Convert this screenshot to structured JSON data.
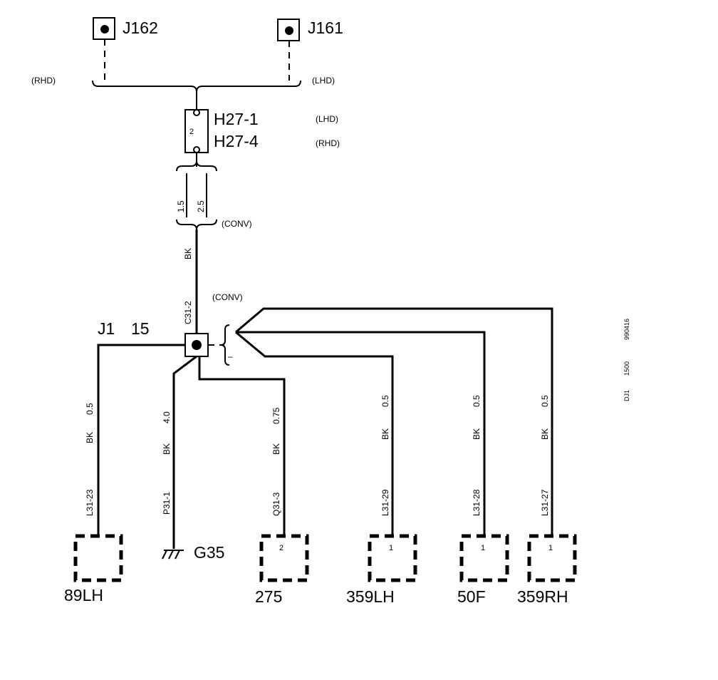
{
  "top_connectors": {
    "j162": "J162",
    "j161": "J161",
    "rhd": "(RHD)",
    "lhd": "(LHD)"
  },
  "splice_block": {
    "pin": "2",
    "label_1": "H27-1",
    "label_1_note": "(LHD)",
    "label_2": "H27-4",
    "label_2_note": "(RHD)"
  },
  "wire_sizes": {
    "size_a": "1.5",
    "size_b": "2.5",
    "conv_1": "(CONV)",
    "color_main": "BK",
    "c31": "C31-2",
    "conv_2": "(CONV)"
  },
  "junction": {
    "label": "J1",
    "number": "15",
    "bracket_mark": "–"
  },
  "branches": [
    {
      "size": "0.5",
      "color": "BK",
      "terminal": "L31-23",
      "component": "89LH",
      "pin": ""
    },
    {
      "size": "4.0",
      "color": "BK",
      "terminal": "P31-1",
      "component": "G35",
      "pin": ""
    },
    {
      "size": "0.75",
      "color": "BK",
      "terminal": "Q31-3",
      "component": "275",
      "pin": "2"
    },
    {
      "size": "0.5",
      "color": "BK",
      "terminal": "L31-29",
      "component": "359LH",
      "pin": "1"
    },
    {
      "size": "0.5",
      "color": "BK",
      "terminal": "L31-28",
      "component": "50F",
      "pin": "1"
    },
    {
      "size": "0.5",
      "color": "BK",
      "terminal": "L31-27",
      "component": "359RH",
      "pin": "1"
    }
  ],
  "side_note": {
    "line_1": "990416",
    "line_2": "1500",
    "line_3": "DJ1"
  }
}
